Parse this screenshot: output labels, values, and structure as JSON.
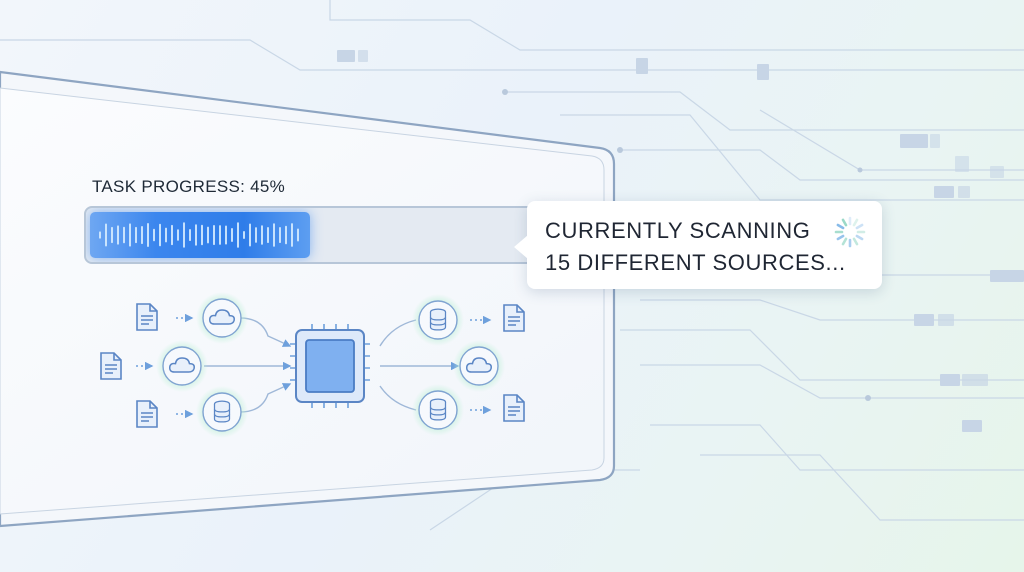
{
  "progress": {
    "title": "TASK PROGRESS: 45%",
    "value": 0.45
  },
  "status": {
    "line1": "CURRENTLY SCANNING",
    "line2": "15 DIFFERENT SOURCES..."
  },
  "colors": {
    "accent": "#2f7de9",
    "panel_border": "#8ea5c2",
    "node_glow": "#9ee6c4",
    "icon_blue": "#5b86c5"
  },
  "diagram": {
    "inputs": [
      {
        "source": "document-icon",
        "node": "cloud-icon"
      },
      {
        "source": "document-icon",
        "node": "cloud-icon"
      },
      {
        "source": "document-icon",
        "node": "database-icon"
      }
    ],
    "processor": "chip-icon",
    "outputs": [
      {
        "node": "database-icon",
        "target": "document-icon"
      },
      {
        "node": "cloud-icon",
        "target": null
      },
      {
        "node": "database-icon",
        "target": "document-icon"
      }
    ]
  },
  "icons": {
    "spinner": "loading-spinner-icon"
  }
}
